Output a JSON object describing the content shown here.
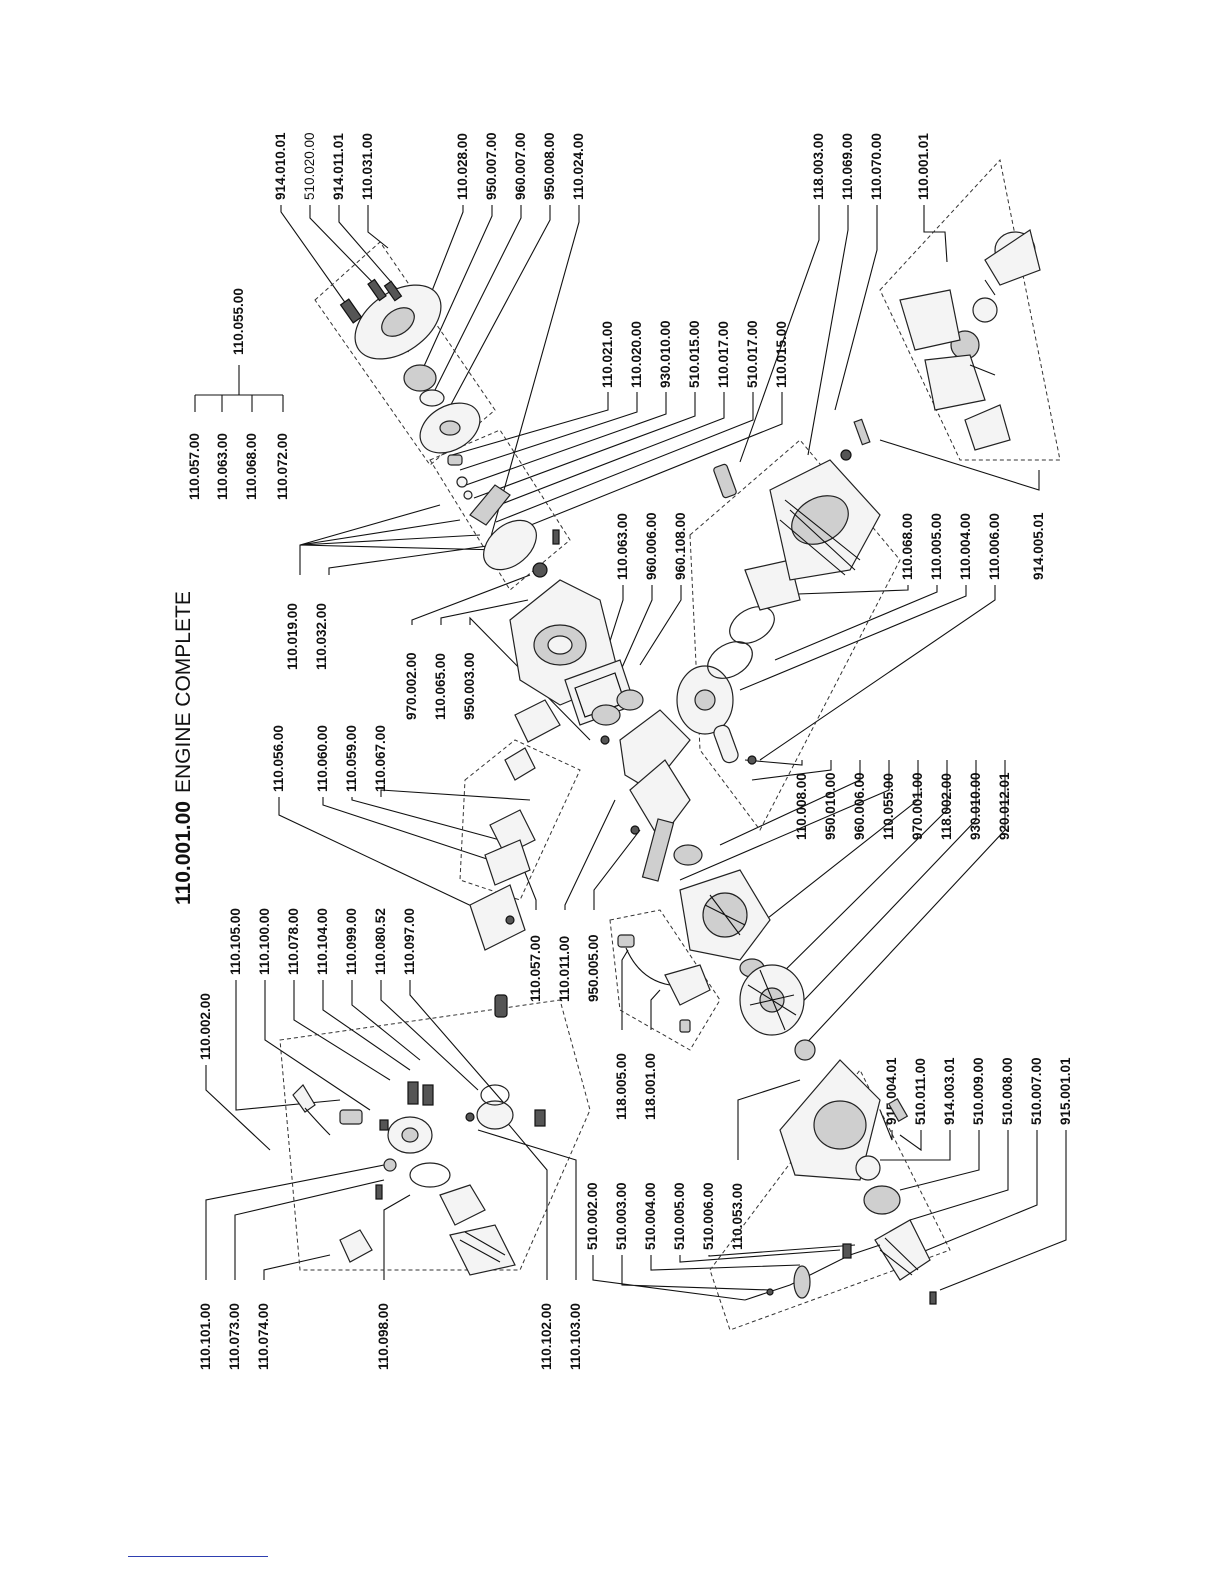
{
  "title": {
    "code": "110.001.00",
    "text": "ENGINE COMPLETE"
  },
  "group_main": {
    "code": "110.055.00",
    "members": [
      "110.057.00",
      "110.063.00",
      "110.068.00",
      "110.072.00"
    ]
  },
  "labels": {
    "top_right": [
      "914.010.01",
      "510.020.00",
      "914.011.01",
      "110.031.00",
      "110.028.00",
      "950.007.00",
      "960.007.00",
      "950.008.00",
      "110.024.00"
    ],
    "cylinder_top": [
      "118.003.00",
      "110.069.00",
      "110.070.00"
    ],
    "complete_ref": "110.001.01",
    "mid_right": [
      "110.021.00",
      "110.020.00",
      "930.010.00",
      "510.015.00",
      "110.017.00",
      "510.017.00",
      "110.015.00"
    ],
    "crank_center": [
      "110.019.00",
      "110.032.00"
    ],
    "gasket_col": [
      "970.002.00",
      "110.065.00",
      "950.003.00"
    ],
    "piston_col": [
      "110.063.00",
      "960.006.00",
      "960.108.00"
    ],
    "cylinder_col": [
      "110.068.00",
      "110.005.00",
      "110.004.00",
      "110.006.00"
    ],
    "cylinder_bolt": "914.005.01",
    "reed_col": [
      "110.056.00",
      "110.060.00",
      "110.059.00",
      "110.067.00"
    ],
    "lower_center": [
      "110.008.00",
      "950.010.00",
      "960.006.00",
      "110.055.00",
      "970.001.00",
      "118.002.00",
      "930.010.00",
      "920.012.01"
    ],
    "carb_left": [
      "110.105.00",
      "110.100.00",
      "110.078.00",
      "110.104.00",
      "110.099.00",
      "110.080.52",
      "110.097.00"
    ],
    "carb_ref": "110.002.00",
    "bottom_left": [
      "110.101.00",
      "110.073.00",
      "110.074.00",
      "110.098.00",
      "110.102.00",
      "110.103.00"
    ],
    "crank_bottom": [
      "110.057.00",
      "110.011.00",
      "950.005.00"
    ],
    "ignition": [
      "118.005.00",
      "118.001.00"
    ],
    "starter_left": [
      "510.002.00",
      "510.003.00",
      "510.004.00",
      "510.005.00",
      "510.006.00",
      "110.053.00"
    ],
    "starter_right": [
      "915.004.01",
      "510.011.00",
      "914.003.01",
      "510.009.00",
      "510.008.00",
      "510.007.00",
      "915.001.01"
    ]
  }
}
